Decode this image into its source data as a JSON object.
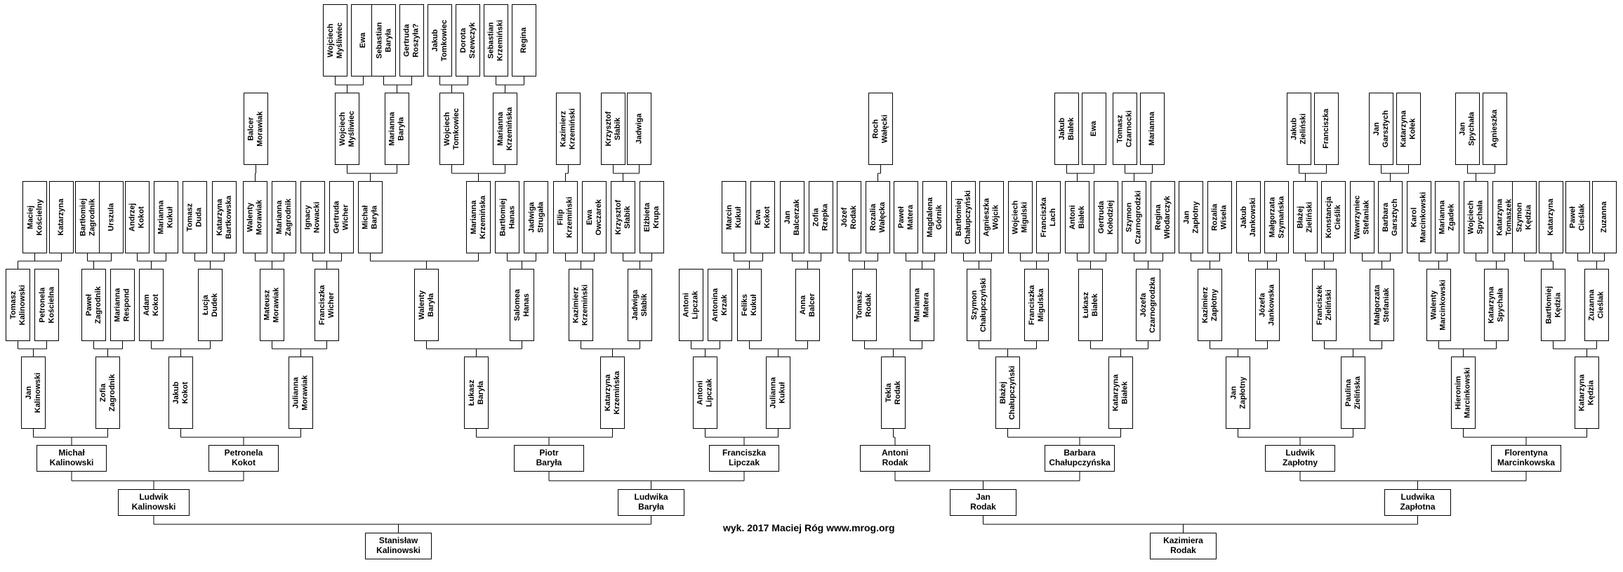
{
  "credit": "wyk. 2017 Maciej Róg www.mrog.org",
  "persons": {
    "p01": "Stanisław\nKalinowski",
    "p02": "Kazimiera\nRodak",
    "p03": "Ludwik\nKalinowski",
    "p04": "Ludwika\nBaryła",
    "p05": "Jan\nRodak",
    "p06": "Ludwika\nZapłotna",
    "p07": "Michał\nKalinowski",
    "p08": "Petronela\nKokot",
    "p09": "Piotr\nBaryła",
    "p10": "Franciszka\nLipczak",
    "p11": "Antoni\nRodak",
    "p12": "Barbara\nChałupczyńska",
    "p13": "Ludwik\nZapłotny",
    "p14": "Florentyna\nMarcinkowska",
    "p15": "Jan\nKalinowski",
    "p16": "Zofia\nZagrodnik",
    "p17": "Jakub\nKokot",
    "p18": "Julianna\nMorawiak",
    "p19": "Łukasz\nBaryła",
    "p20": "Katarzyna\nKrzemińska",
    "p21": "Antoni\nLipczak",
    "p22": "Julianna\nKukuł",
    "p23": "Tekla\nRodak",
    "p24": "Błażej\nChałupczyński",
    "p25": "Katarzyna\nBiałek",
    "p26": "Jan\nZapłotny",
    "p27": "Paulina\nZielińska",
    "p28": "Hieronim\nMarcinkowski",
    "p29": "Katarzyna\nKędzia",
    "p30": "Tomasz\nKalinowski",
    "p31": "Petronela\nKościelna",
    "p32": "Paweł\nZagrodnik",
    "p33": "Marianna\nRespond",
    "p34": "Adam\nKokot",
    "p35": "Łucja\nDudek",
    "p36": "Mateusz\nMorawiak",
    "p37": "Franciszka\nWicher",
    "p38": "Walenty\nBaryła",
    "p39": "Salomea\nHanas",
    "p40": "Kazimierz\nKrzemiński",
    "p41": "Jadwiga\nSłabik",
    "p42": "Antoni\nLipczak",
    "p43": "Antonina\nKrzak",
    "p44": "Feliks\nKukuł",
    "p45": "Anna\nBalcer",
    "p46": "Tomasz\nRodak",
    "p47": "Marianna\nMatera",
    "p48": "Szymon\nChałupczyński",
    "p49": "Franciszka\nMigulska",
    "p50": "Łukasz\nBiałek",
    "p51": "Józefa\nCzarnogrodzka",
    "p52": "Kazimierz\nZapłotny",
    "p53": "Józefa\nJankowska",
    "p54": "Franciszek\nZieliński",
    "p55": "Małgorzata\nStefaniak",
    "p56": "Walenty\nMarcinkowski",
    "p57": "Katarzyna\nSpychała",
    "p58": "Bartłomiej\nKędzia",
    "p59": "Zuzanna\nCieślak",
    "p60": "Maciej\nKościelny",
    "p61": "Katarzyna",
    "p62": "Bartłomiej\nZagrodnik",
    "p63": "Urszula",
    "p64": "Andrzej\nKokot",
    "p65": "Marianna\nKukuł",
    "p66": "Tomasz\nDuda",
    "p67": "Katarzyna\nBartkowska",
    "p68": "Walenty\nMorawiak",
    "p69": "Marianna\nZagrodnik",
    "p70": "Ignacy\nNowacki",
    "p71": "Gertruda\nWicher",
    "p72": "Michał\nBaryła",
    "p73": "Marianna\nKrzemińska",
    "p74": "Bartłomiej\nHanas",
    "p75": "Jadwiga\nStrugała",
    "p76": "Filip\nKrzemiński",
    "p77": "Ewa\nOwczarek",
    "p78": "Krzysztof\nSłabik",
    "p79": "Elżbieta\nKrupa",
    "p80": "Marcin\nKukuł",
    "p81": "Ewa\nKokot",
    "p82": "Jan\nBalcerzak",
    "p83": "Zofia\nRzepka",
    "p84": "Józef\nRodak",
    "p85": "Rozalia\nWałęcka",
    "p86": "Paweł\nMatera",
    "p87": "Magdalena\nGórnik",
    "p88": "Bartłomiej\nChałupczyński",
    "p89": "Agnieszka\nWójcik",
    "p90": "Wojciech\nMigulski",
    "p91": "Franciszka\nLach",
    "p92": "Antoni\nBiałek",
    "p93": "Gertruda\nKołodziej",
    "p94": "Szymon\nCzarnogrodzki",
    "p95": "Regina\nWłodarczyk",
    "p96": "Jan\nZapłotny",
    "p97": "Rozalia\nWisela",
    "p98": "Jakub\nJankowski",
    "p99": "Małgorzata\nSzymańska",
    "p100": "Błażej\nZieliński",
    "p101": "Konstancja\nCieślik",
    "p102": "Wawrzyniec\nStefaniak",
    "p103": "Barbara\nGarsztych",
    "p104": "Karol\nMarcinkowski",
    "p105": "Marianna\nZgadek",
    "p106": "Wojciech\nSpychała",
    "p107": "Katarzyna\nTomaszek",
    "p108": "Szymon\nKędzia",
    "p109": "Katarzyna",
    "p110": "Paweł\nCieślak",
    "p111": "Zuzanna",
    "p112": "Balcer\nMorawiak",
    "p113": "Wojciech\nMyśliwiec",
    "p114": "Marianna\nBaryła",
    "p115": "Wojciech\nTomkowiec",
    "p116": "Marianna\nKrzemińska",
    "p117": "Kazimierz\nKrzemiński",
    "p118": "Krzysztof\nSłabik",
    "p119": "Jadwiga",
    "p120": "Roch\nWałęcki",
    "p121": "Jakub\nBiałek",
    "p122": "Ewa",
    "p123": "Tomasz\nCzarnocki",
    "p124": "Marianna",
    "p125": "Jakub\nZieliński",
    "p126": "Franciszka",
    "p127": "Jan\nGarsztych",
    "p128": "Katarzyna\nKołek",
    "p129": "Jan\nSpychała",
    "p130": "Agnieszka",
    "p131": "Wojciech\nMyśliwiec",
    "p132": "Ewa",
    "p133": "Sebastian\nBaryła",
    "p134": "Gertruda\nRoszyła?",
    "p135": "Jakub\nTomkowiec",
    "p136": "Dorota\nSzewczyk",
    "p137": "Sebastian\nKrzemiński",
    "p138": "Regina"
  }
}
